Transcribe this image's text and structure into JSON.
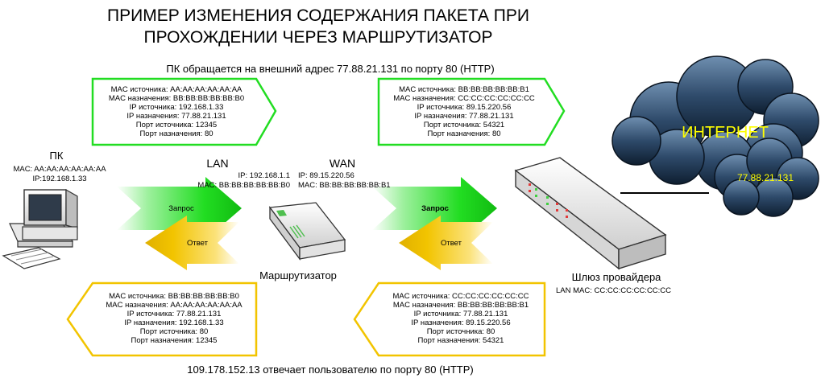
{
  "title_line1": "ПРИМЕР ИЗМЕНЕНИЯ СОДЕРЖАНИЯ ПАКЕТА ПРИ",
  "title_line2": "ПРОХОЖДЕНИИ ЧЕРЕЗ МАРШРУТИЗАТОР",
  "top_caption": "ПК обращается на внешний адрес 77.88.21.131 по порту 80 (HTTP)",
  "bottom_caption": "109.178.152.13 отвечает пользователю по порту 80 (HTTP)",
  "pc": {
    "label": "ПК",
    "mac": "MAC: AA:AA:AA:AA:AA:AA",
    "ip": "IP:192.168.1.33"
  },
  "router": {
    "label": "Маршрутизатор",
    "lan": {
      "label": "LAN",
      "ip": "IP: 192.168.1.1",
      "mac": "MAC: BB:BB:BB:BB:BB:B0"
    },
    "wan": {
      "label": "WAN",
      "ip": "IP: 89.15.220.56",
      "mac": "MAC: BB:BB:BB:BB:BB:B1"
    }
  },
  "gateway": {
    "label": "Шлюз провайдера",
    "mac": "LAN MAC: CC:CC:CC:CC:CC:CC"
  },
  "internet": {
    "label": "ИНТЕРНЕТ",
    "ip": "77.88.21.131"
  },
  "arrows": {
    "request": "Запрос",
    "response": "Ответ"
  },
  "packets": {
    "top_left": [
      "MAC источника: AA:AA:AA:AA:AA:AA",
      "MAC назначения: BB:BB:BB:BB:BB:B0",
      "IP источника: 192.168.1.33",
      "IP назначения: 77.88.21.131",
      "Порт источника: 12345",
      "Порт назначения: 80"
    ],
    "top_right": [
      "MAC источника: BB:BB:BB:BB:BB:B1",
      "MAC назначения: CC:CC:CC:CC:CC:CC",
      "IP источника: 89.15.220.56",
      "IP назначения: 77.88.21.131",
      "Порт источника: 54321",
      "Порт назначения: 80"
    ],
    "bottom_left": [
      "MAC источника: BB:BB:BB:BB:BB:B0",
      "MAC назначения: AA:AA:AA:AA:AA:AA",
      "IP источника: 77.88.21.131",
      "IP назначения: 192.168.1.33",
      "Порт источника: 80",
      "Порт назначения: 12345"
    ],
    "bottom_right": [
      "MAC источника: CC:CC:CC:CC:CC:CC",
      "MAC назначения: BB:BB:BB:BB:BB:B1",
      "IP источника: 77.88.21.131",
      "IP назначения: 89.15.220.56",
      "Порт источника: 80",
      "Порт назначения: 54321"
    ]
  },
  "colors": {
    "request": "#22dd22",
    "response": "#f2c400",
    "cloud_text": "#ffff00"
  }
}
